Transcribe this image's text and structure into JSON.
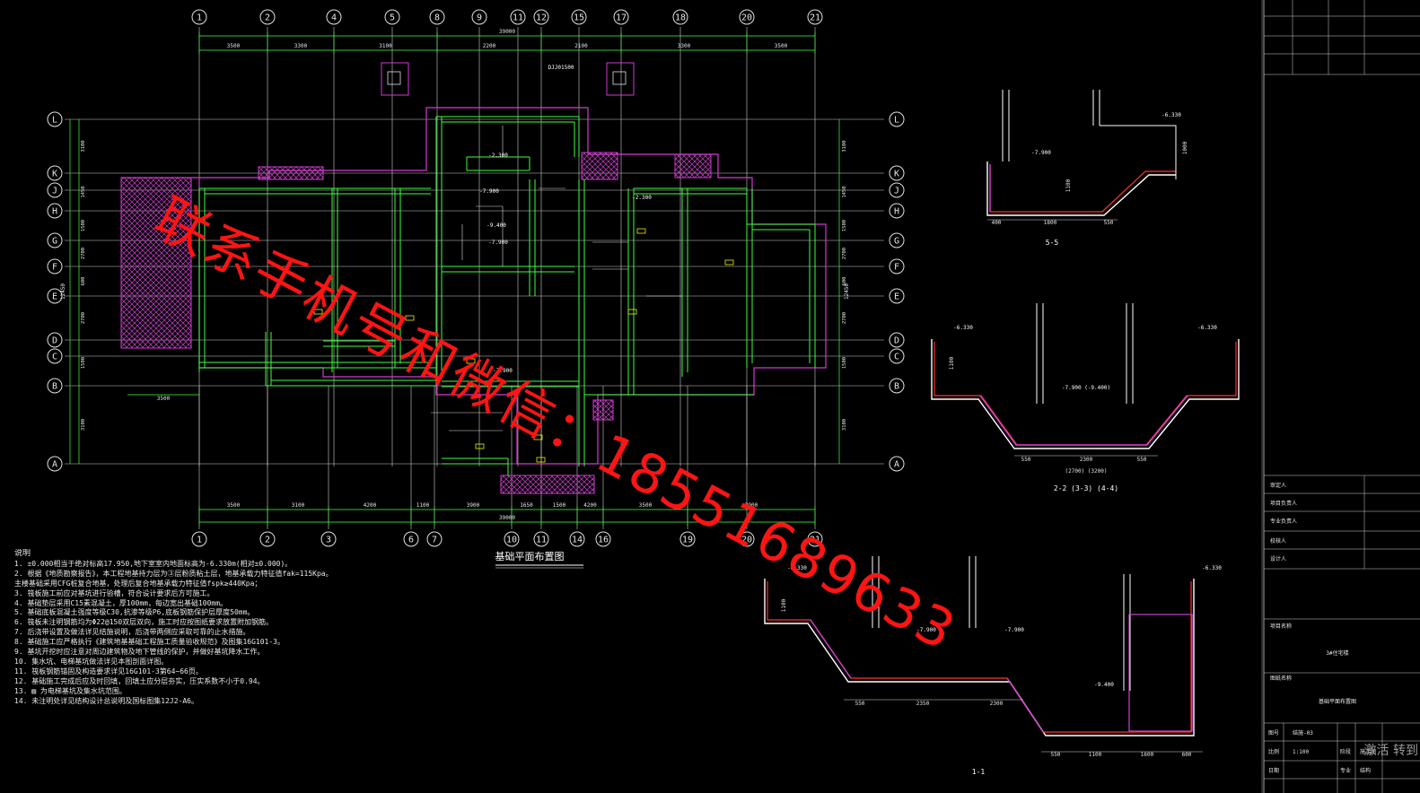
{
  "plan": {
    "title": "基础平面布置图",
    "axes_top": [
      "1",
      "2",
      "4",
      "5",
      "8",
      "9",
      "11",
      "12",
      "15",
      "17",
      "18",
      "20",
      "21"
    ],
    "axes_bottom": [
      "1",
      "2",
      "3",
      "6",
      "7",
      "10",
      "11",
      "14",
      "16",
      "19",
      "20",
      "21"
    ],
    "axes_rows": [
      "L",
      "K",
      "J",
      "H",
      "G",
      "F",
      "E",
      "D",
      "C",
      "B",
      "A"
    ],
    "dims_top": [
      "3500",
      "3300",
      "3100",
      "2200",
      "2100",
      "3300",
      "3500"
    ],
    "dim_total": "39000",
    "dims_bottom": [
      "3500",
      "3100",
      "4200",
      "1100",
      "3900",
      "1650",
      "1500",
      "4200",
      "3500",
      "3900"
    ],
    "dim_bottom_total": "39000",
    "dims_left": [
      "3100",
      "1450",
      "1500",
      "2700",
      "600",
      "2700",
      "1500",
      "3100"
    ],
    "dim_left_total": "12450",
    "elev_labels": [
      "-9.400",
      "-7.900",
      "-2.300",
      "-2.300",
      "-7.900",
      "-7.900"
    ],
    "pit_label": "DJJ01500",
    "bottom_dim_3500": "3500"
  },
  "sections": {
    "s55": {
      "label": "5-5",
      "elev_top": "-6.330",
      "elev_mid": "-7.900",
      "dims": [
        "400",
        "1800",
        "550"
      ],
      "dim_v": "1100",
      "dim_v2": "1000"
    },
    "s22": {
      "label": "2-2 (3-3) (4-4)",
      "elev_left": "-6.330",
      "elev_right": "-6.330",
      "elev_mid": "-7.900 (-9.400)",
      "dims": [
        "550",
        "2300",
        "550"
      ],
      "dims_sub": "(2700) (3200)",
      "dim_v": "1100"
    },
    "s11": {
      "label": "1-1",
      "elev_top_left": "-6.330",
      "elev_top_right": "-6.330",
      "elev_a": "-7.900",
      "elev_b": "-7.900",
      "elev_c": "-9.400",
      "dims_a": [
        "550",
        "2350",
        "2300"
      ],
      "dims_b": [
        "550",
        "1100",
        "1600",
        "600"
      ],
      "dim_v": "1100"
    }
  },
  "notes": {
    "title": "说明",
    "lines": [
      "1. ±0.000相当于绝对标高17.950,地下室室内地面标高为-6.330m(相对±0.000)。",
      "2. 根据《地质勘察报告》，本工程地基持力层为③层粉质粘土层，地基承载力特征值fak=115Kpa。",
      "   主楼基础采用CFG桩复合地基，处理后复合地基承载力特征值fspk≥440Kpa；",
      "3. 筏板施工前应对基坑进行验槽，符合设计要求后方可施工。",
      "4. 基础垫层采用C15素混凝土，厚100mm，每边宽出基础100mm。",
      "5. 基础底板混凝土强度等级C30,抗渗等级P6,底板钢筋保护层厚度50mm。",
      "6. 筏板未注明钢筋均为Φ22@150双层双向，施工时应按图纸要求放置附加钢筋。",
      "7. 后浇带设置及做法详见结施说明，后浇带两侧应采取可靠的止水措施。",
      "8. 基础施工应严格执行《建筑地基基础工程施工质量验收规范》及图集16G101-3。",
      "9. 基坑开挖时应注意对周边建筑物及地下管线的保护，并做好基坑降水工作。",
      "10. 集水坑、电梯基坑做法详见本图剖面详图。",
      "11. 筏板钢筋锚固及构造要求详见16G101-3第64~66页。",
      "12. 基础施工完成后应及时回填，回填土应分层夯实，压实系数不小于0.94。",
      "13. ▨ 为电梯基坑及集水坑范围。",
      "14. 未注明处详见结构设计总说明及国标图集12J2-A6。"
    ]
  },
  "title_block": {
    "rows": [
      "审定人",
      "项目负责人",
      "专业负责人",
      "校核人",
      "设计人"
    ],
    "project_label": "项目名称",
    "project_name": "3#住宅楼",
    "drawing_label": "图纸名称",
    "drawing_name": "基础平面布置图",
    "drawing_no_label": "图号",
    "drawing_no": "结施-03",
    "scale_label": "比例",
    "scale": "1:100",
    "phase_label": "阶段",
    "phase": "施工图",
    "date_label": "日期",
    "major_label": "专业",
    "major": "结构"
  },
  "watermark": {
    "text": "联系手机号和微信：18551689633"
  },
  "corner_text": "激活 转到"
}
